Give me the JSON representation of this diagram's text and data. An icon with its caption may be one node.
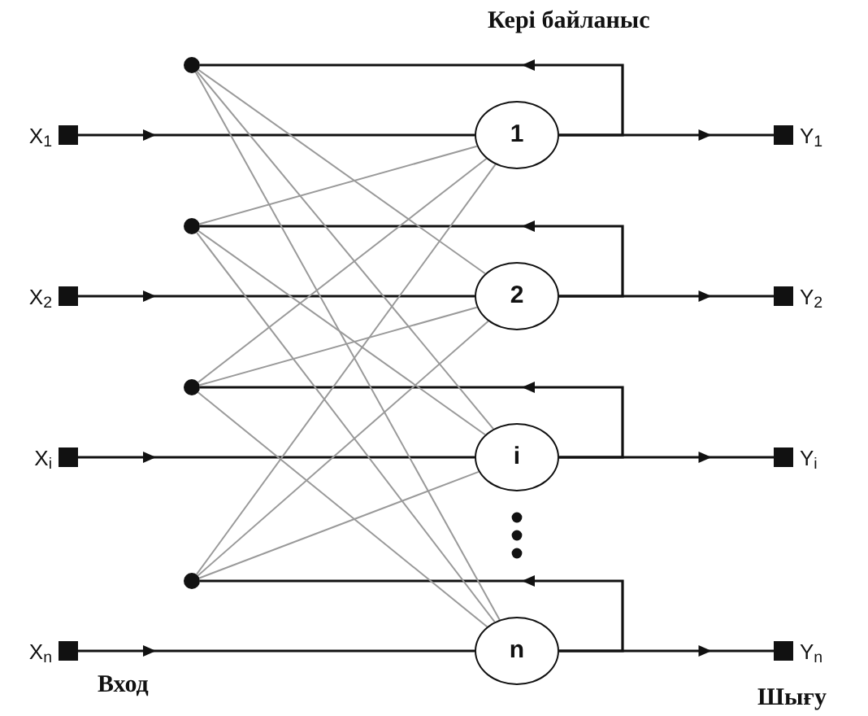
{
  "diagram": {
    "nodes": [
      {
        "text": [
          "X$_{1}$"
        ]
      },
      {
        "text": [
          "X$_{2}$"
        ]
      },
      {
        "text": [
          "X$_{i}$"
        ]
      },
      {
        "text": [
          "X$_{n}$"
        ]
      },
      {
        "text": [
          "1"
        ]
      },
      {
        "text": [
          "2"
        ]
      },
      {
        "text": [
          "i"
        ]
      },
      {
        "text": [
          "n"
        ]
      },
      {
        "text": [
          "Y$_{1}$"
        ]
      },
      {
        "text": [
          "Y$_{2}$"
        ]
      },
      {
        "text": [
          "Y$_{i}$"
        ]
      },
      {
        "text": [
          "Y$_{n}$"
        ]
      },
      {
        "text": [],
        "shape": "circle"
      },
      {
        "text": [],
        "shape": "circle"
      },
      {
        "text": [],
        "shape": "circle"
      },
      {
        "text": [],
        "shape": "circle"
      }
    ],
    "edges": [
      {
        "from": 0,
        "to": 4,
        "arrow": "to"
      },
      {
        "from": 1,
        "to": 5,
        "arrow": "to"
      },
      {
        "from": 2,
        "to": 6,
        "arrow": "to"
      },
      {
        "from": 3,
        "to": 7,
        "arrow": "to"
      },
      {
        "from": 4,
        "to": 8,
        "arrow": "to"
      },
      {
        "from": 5,
        "to": 9,
        "arrow": "to"
      },
      {
        "from": 6,
        "to": 10,
        "arrow": "to"
      },
      {
        "from": 7,
        "to": 11,
        "arrow": "to"
      },
      {
        "from": 4,
        "to": 12,
        "arrow": "to"
      },
      {
        "from": 5,
        "to": 13,
        "arrow": "to"
      },
      {
        "from": 6,
        "to": 14,
        "arrow": "to"
      },
      {
        "from": 7,
        "to": 15,
        "arrow": "to"
      },
      {
        "from": 12,
        "to": 5,
        "arrow": "none",
        "color": "#9a9a9a"
      },
      {
        "from": 12,
        "to": 6,
        "arrow": "none",
        "color": "#9a9a9a"
      },
      {
        "from": 12,
        "to": 7,
        "arrow": "none",
        "color": "#9a9a9a"
      },
      {
        "from": 13,
        "to": 4,
        "arrow": "none",
        "color": "#9a9a9a"
      },
      {
        "from": 13,
        "to": 6,
        "arrow": "none",
        "color": "#9a9a9a"
      },
      {
        "from": 13,
        "to": 7,
        "arrow": "none",
        "color": "#9a9a9a"
      },
      {
        "from": 14,
        "to": 4,
        "arrow": "none",
        "color": "#9a9a9a"
      },
      {
        "from": 14,
        "to": 5,
        "arrow": "none",
        "color": "#9a9a9a"
      },
      {
        "from": 14,
        "to": 7,
        "arrow": "none",
        "color": "#9a9a9a"
      },
      {
        "from": 15,
        "to": 4,
        "arrow": "none",
        "color": "#9a9a9a"
      },
      {
        "from": 15,
        "to": 5,
        "arrow": "none",
        "color": "#9a9a9a"
      },
      {
        "from": 15,
        "to": 6,
        "arrow": "none",
        "color": "#9a9a9a"
      }
    ],
    "labels": [
      "Кері байланыс",
      "Вход",
      "Шығу"
    ]
  }
}
